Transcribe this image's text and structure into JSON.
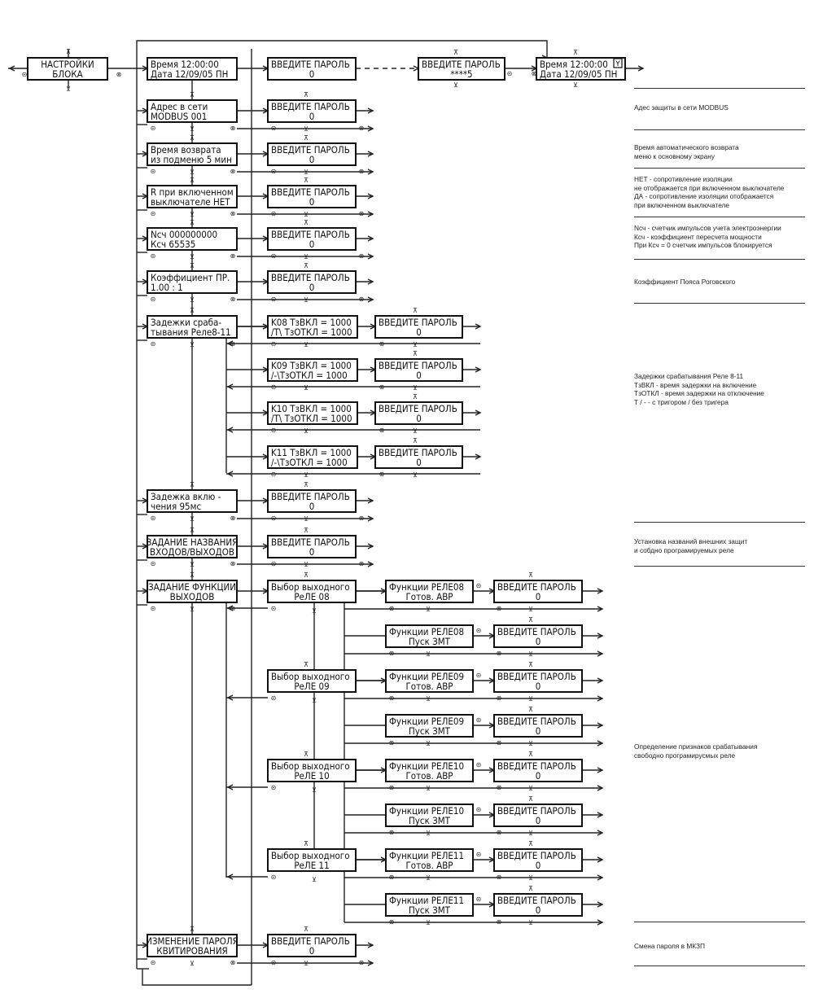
{
  "menu": {
    "root": [
      "НАСТРОЙКИ",
      "БЛОКА"
    ],
    "time_box": [
      "Время 12:00:00",
      "Дата 12/09/05 ПН"
    ],
    "password_box_masked": [
      "ВВЕДИТЕ ПАРОЛЬ",
      "****5"
    ],
    "time_box_edit": [
      "Время 12:00:00",
      "Дата 12/09/05 ПН"
    ],
    "time_box_edit_flag": "Y",
    "items": [
      [
        "Адрес в сети",
        "MODBUS 001"
      ],
      [
        "Время возврата",
        "из подменю 5 мин"
      ],
      [
        "R при включенном",
        "выключателе НЕТ"
      ],
      [
        "Nсч 000000000",
        "Ксч 65535"
      ],
      [
        "Коэффициент ПР.",
        "1.00 : 1"
      ],
      [
        "Задежки сраба-",
        "тывания Реле8-11"
      ],
      [
        "Задежка вклю -",
        "чения 95мс"
      ],
      [
        "ЗАДАНИЕ НАЗВАНИЯ",
        "ВХОДОВ/ВЫХОДОВ"
      ],
      [
        "ЗАДАНИЕ ФУНКЦИИ",
        "ВЫХОДОВ"
      ],
      [
        "ИЗМЕНЕНИЕ ПАРОЛЯ",
        "КВИТИРОВАНИЯ"
      ]
    ],
    "password": [
      "ВВЕДИТЕ ПАРОЛЬ",
      "0"
    ],
    "relay_delays": [
      [
        "K08 ТзВКЛ = 1000",
        "/T\\ ТзОТКЛ = 1000"
      ],
      [
        "K09 ТзВКЛ = 1000",
        "/-\\ТзОТКЛ = 1000"
      ],
      [
        "K10 ТзВКЛ = 1000",
        "/T\\ ТзОТКЛ = 1000"
      ],
      [
        "K11 ТзВКЛ = 1000",
        "/-\\ТзОТКЛ = 1000"
      ]
    ],
    "output_select": [
      [
        "Выбор выходного",
        "РеЛЕ 08"
      ],
      [
        "Выбор выходного",
        "РеЛЕ 09"
      ],
      [
        "Выбор выходного",
        "РеЛЕ 10"
      ],
      [
        "Выбор выходного",
        "РеЛЕ 11"
      ]
    ],
    "relay_functions": [
      [
        "Функции РЕЛЕ08",
        "Готов. АВР"
      ],
      [
        "Функции РЕЛЕ08",
        "Пуск ЗМТ"
      ],
      [
        "Функции РЕЛЕ09",
        "Готов. АВР"
      ],
      [
        "Функции РЕЛЕ09",
        "Пуск ЗМТ"
      ],
      [
        "Функции РЕЛЕ10",
        "Готов. АВР"
      ],
      [
        "Функции РЕЛЕ10",
        "Пуск ЗМТ"
      ],
      [
        "Функции РЕЛЕ11",
        "Готов. АВР"
      ],
      [
        "Функции РЕЛЕ11",
        "Пуск ЗМТ"
      ]
    ],
    "key_up": "⊼",
    "key_down": "⊻",
    "key_left": "⊝",
    "key_enter": "⊗"
  },
  "notes": [
    "Адес защиты в сети  MODBUS",
    "Время автоматического возврата\nменю к основному экрану",
    "НЕТ - сопротивление изоляции\nне отображается при включенном выключателе\nДА - сопротивление изоляции отображается\nпри включенном выключателе",
    "Nсч - счетчик импульсов учета электроэнергии\nКсч - коэффициент пересчета мощности\nПри Ксч = 0 счетчик импульсов блокируется",
    "Коэффициент Пояса Роговского",
    "Задержки срабатывания Реле 8-11\nТзВКЛ  -  время задержки на включение\nТзОТКЛ  -  время задержки на отключение\nТ / -       - с тригором / без тригера",
    "Установка названий внешних защит\nи собдно програмируемых реле",
    "Определение признаков срабатывания\nсвободно програмирусмых реле",
    "Смена пароля в МКЗП"
  ]
}
